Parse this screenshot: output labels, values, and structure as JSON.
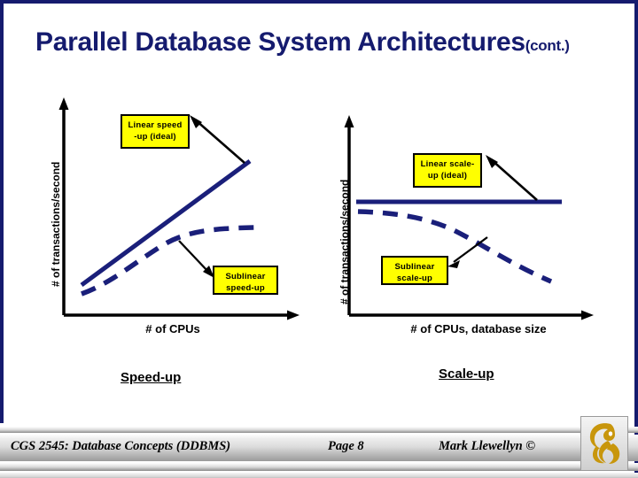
{
  "slide": {
    "title_main": "Parallel Database System Architectures",
    "title_suffix": "(cont.)",
    "accent_navy": "#151b6e",
    "callout_yellow": "#ffff00",
    "line_navy": "#1a1f7a"
  },
  "charts": [
    {
      "name": "speed-up",
      "caption": "Speed-up",
      "ylabel": "# of transactions/second",
      "xlabel": "# of CPUs",
      "callouts": [
        {
          "name": "linear-speed-up",
          "line1": "Linear speed",
          "line2": "-up (ideal)"
        },
        {
          "name": "sublinear-speed-up",
          "line1": "Sublinear",
          "line2": "speed-up"
        }
      ]
    },
    {
      "name": "scale-up",
      "caption": "Scale-up",
      "ylabel": "# of transactions/second",
      "xlabel": "# of CPUs, database size",
      "callouts": [
        {
          "name": "linear-scale-up",
          "line1": "Linear scale-",
          "line2": "up (ideal)"
        },
        {
          "name": "sublinear-scale-up",
          "line1": "Sublinear",
          "line2": "scale-up"
        }
      ]
    }
  ],
  "chart_data": [
    {
      "type": "line",
      "title": "Speed-up",
      "xlabel": "# of CPUs",
      "ylabel": "# of transactions/second",
      "xlim": [
        0,
        100
      ],
      "ylim": [
        0,
        100
      ],
      "grid": false,
      "axis_ticks": false,
      "legend": "annotations",
      "series": [
        {
          "name": "Linear speed-up (ideal)",
          "style": "solid",
          "color": "#1a1f7a",
          "x": [
            10,
            100
          ],
          "y": [
            22,
            78
          ]
        },
        {
          "name": "Sublinear speed-up",
          "style": "dashed",
          "color": "#1a1f7a",
          "x": [
            10,
            25,
            40,
            55,
            70,
            85,
            100
          ],
          "y": [
            16,
            26,
            36,
            46,
            51,
            52,
            52
          ]
        }
      ],
      "annotations": [
        {
          "text": "Linear speed-up (ideal)",
          "points_to": "solid-line"
        },
        {
          "text": "Sublinear speed-up",
          "points_to": "dashed-line"
        }
      ]
    },
    {
      "type": "line",
      "title": "Scale-up",
      "xlabel": "# of CPUs, database size",
      "ylabel": "# of transactions/second",
      "xlim": [
        0,
        100
      ],
      "ylim": [
        0,
        100
      ],
      "grid": false,
      "axis_ticks": false,
      "legend": "annotations",
      "series": [
        {
          "name": "Linear scale-up (ideal)",
          "style": "solid",
          "color": "#1a1f7a",
          "x": [
            5,
            100
          ],
          "y": [
            58,
            58
          ]
        },
        {
          "name": "Sublinear scale-up",
          "style": "dashed",
          "color": "#1a1f7a",
          "x": [
            5,
            25,
            45,
            60,
            75,
            90,
            100
          ],
          "y": [
            53,
            52,
            48,
            40,
            30,
            20,
            16
          ]
        }
      ],
      "annotations": [
        {
          "text": "Linear scale-up (ideal)",
          "points_to": "solid-line"
        },
        {
          "text": "Sublinear scale-up",
          "points_to": "dashed-line"
        }
      ]
    }
  ],
  "footer": {
    "course": "CGS 2545: Database Concepts  (DDBMS)",
    "page": "Page 8",
    "author": "Mark Llewellyn ©",
    "logo": "ucf-pegasus-logo"
  }
}
